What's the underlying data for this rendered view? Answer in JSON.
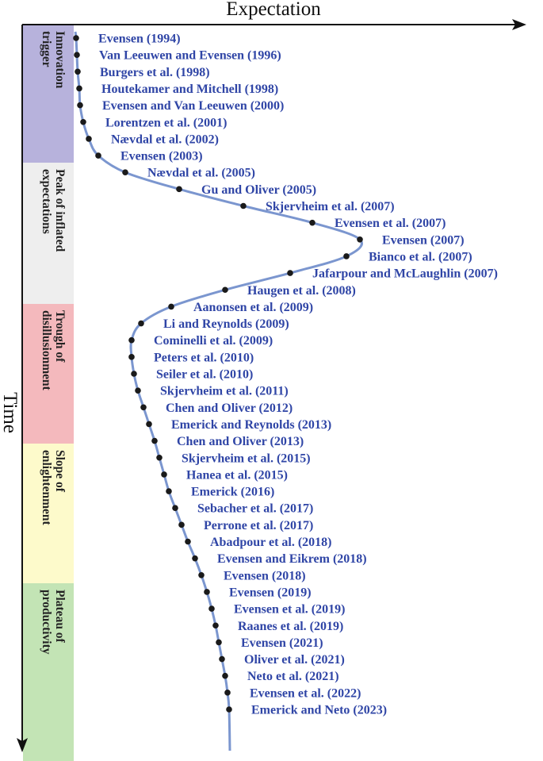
{
  "axes": {
    "x_title": "Expectation",
    "y_title": "Time"
  },
  "phases": [
    {
      "lines": [
        "Innovation",
        "trigger"
      ],
      "color": "#b7b2dc"
    },
    {
      "lines": [
        "Peak of inflated",
        "expectations"
      ],
      "color": "#eeeeee"
    },
    {
      "lines": [
        "Trough of",
        "disillusionment"
      ],
      "color": "#f4b9bd"
    },
    {
      "lines": [
        "Slope of",
        "enlightenment"
      ],
      "color": "#fdfacb"
    },
    {
      "lines": [
        "Plateau of",
        "productivity"
      ],
      "color": "#c3e4b5"
    }
  ],
  "colors": {
    "curve": "#7b96cf",
    "point": "#1a1a1a",
    "label": "#2f45a6",
    "axis": "#111111"
  },
  "references": [
    "Evensen (1994)",
    "Van Leeuwen and Evensen (1996)",
    "Burgers et al. (1998)",
    "Houtekamer and Mitchell (1998)",
    "Evensen and Van Leeuwen (2000)",
    "Lorentzen et al. (2001)",
    "Nævdal et al. (2002)",
    "Evensen (2003)",
    "Nævdal et al. (2005)",
    "Gu and Oliver (2005)",
    "Skjervheim et al. (2007)",
    "Evensen et al. (2007)",
    "Evensen (2007)",
    "Bianco et al. (2007)",
    "Jafarpour and McLaughlin (2007)",
    "Haugen et al. (2008)",
    "Aanonsen et al. (2009)",
    "Li and Reynolds (2009)",
    "Cominelli et al. (2009)",
    "Peters et al. (2010)",
    "Seiler et al. (2010)",
    "Skjervheim et al. (2011)",
    "Chen and Oliver (2012)",
    "Emerick and Reynolds (2013)",
    "Chen and Oliver (2013)",
    "Skjervheim et al. (2015)",
    "Hanea et al. (2015)",
    "Emerick (2016)",
    "Sebacher et al. (2017)",
    "Perrone et al. (2017)",
    "Abadpour et al. (2018)",
    "Evensen and Eikrem (2018)",
    "Evensen (2018)",
    "Evensen (2019)",
    "Evensen et al. (2019)",
    "Raanes et al. (2019)",
    "Evensen (2021)",
    "Oliver et al. (2021)",
    "Neto et al. (2021)",
    "Evensen et al. (2022)",
    "Emerick and Neto (2023)"
  ]
}
